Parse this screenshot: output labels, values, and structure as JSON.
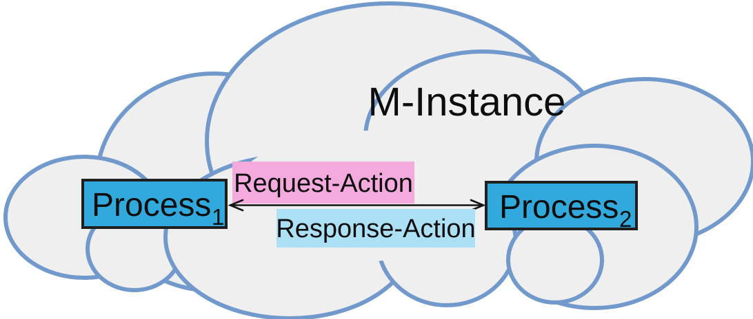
{
  "colors": {
    "cloud_fill": "#efefef",
    "cloud_stroke": "#7299cc",
    "node_fill": "#31a9dc",
    "node_border": "#1f1f1f",
    "request_bg": "#f5aade",
    "response_bg": "#ace0f5",
    "arrow": "#141414",
    "text": "#0d0d0d",
    "corner_rect": "#ffffff"
  },
  "diagram": {
    "title": "M-Instance",
    "nodes": [
      {
        "label": "Process",
        "subscript": "1"
      },
      {
        "label": "Process",
        "subscript": "2"
      }
    ],
    "messages": [
      {
        "label": "Request-Action"
      },
      {
        "label": "Response-Action"
      }
    ],
    "connector": {
      "type": "double-headed-arrow"
    }
  }
}
